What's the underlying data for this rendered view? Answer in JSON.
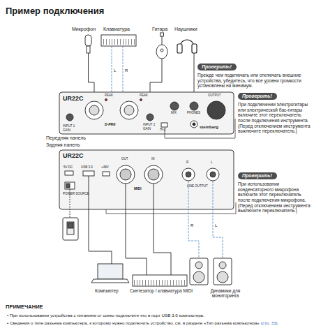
{
  "diagram": {
    "title": "Пример подключения",
    "nodes": [
      {
        "text": [
          "UR22C",
          "PEAK",
          "PEAK",
          "D-PRE",
          "INPUT 1",
          "GAIN",
          "INPUT 2",
          "GAIN",
          "HI-Z",
          "MIX",
          "PHONES",
          "OUTPUT",
          "steinberg"
        ]
      },
      {
        "text": [
          "Проверить!",
          "Прежде чем подключать или отключать внешние устройства, убедитесь, что все уровни громкости установлены на минимум."
        ]
      },
      {
        "text": [
          "Проверить!",
          "При подключении электрогитары или электрической бас-гитары включите этот переключатель после подключения инструмента. (Перед отключением инструмента выключите переключатель.)"
        ]
      },
      {
        "text": [
          "UR22C",
          "5V DC",
          "USB 3.0",
          "POWER SOURCE",
          "+48V",
          "OUT",
          "IN",
          "MIDI",
          "R",
          "L",
          "LINE OUTPUT"
        ]
      },
      {
        "text": [
          "Проверить!",
          "При использовании конденсаторного микрофона включите этот переключатель после подключения микрофона. (Перед отключением инструмента выключите переключатель.)"
        ]
      }
    ],
    "labels": [
      "Микрофон",
      "Клавиатура",
      "Гитара",
      "Наушники",
      "L",
      "R",
      "Передняя панель",
      "Задняя панель",
      "R",
      "L",
      "Компьютер",
      "Синтезатор / клавиатура MIDI",
      "Динамики для мониторинга",
      "ПРИМЕЧАНИЕ",
      "• При использовании устройства с питанием от шины подключите его в порт USB 3.0 компьютера.",
      "• Сведения о типе разъема компьютера, к которому нужно подключить устройство, см. в разделе «Тип разъема компьютера»",
      "(стр. 33)."
    ]
  }
}
